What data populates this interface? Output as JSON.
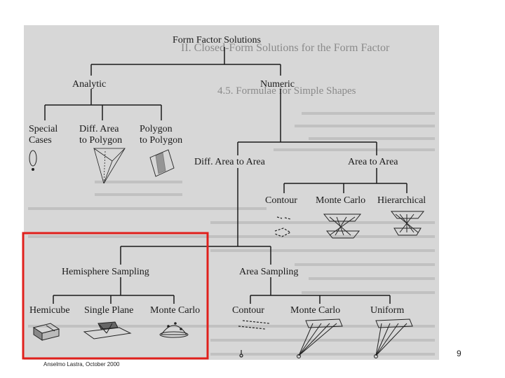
{
  "tree": {
    "root": "Form Factor Solutions",
    "analytic": "Analytic",
    "numeric": "Numeric",
    "special_cases": [
      "Special",
      "Cases"
    ],
    "diff_area_polygon": [
      "Diff. Area",
      "to Polygon"
    ],
    "polygon_polygon": [
      "Polygon",
      "to Polygon"
    ],
    "diff_area_to_area": "Diff. Area to Area",
    "area_to_area": "Area to Area",
    "contour_top": "Contour",
    "monte_carlo_top": "Monte Carlo",
    "hierarchical": "Hierarchical",
    "hemisphere_sampling": "Hemisphere Sampling",
    "area_sampling": "Area Sampling",
    "hemicube": "Hemicube",
    "single_plane": "Single Plane",
    "monte_carlo_hemi": "Monte Carlo",
    "contour_bottom": "Contour",
    "monte_carlo_bottom": "Monte Carlo",
    "uniform": "Uniform"
  },
  "background_text": {
    "heading_1": "II. Closed-Form Solutions for the Form Factor",
    "heading_2": "4.5. Formulae for Simple Shapes"
  },
  "highlight_color": "#e0201c",
  "footer": {
    "credit": "Anselmo Lastra, October 2000",
    "page_number": "9"
  }
}
